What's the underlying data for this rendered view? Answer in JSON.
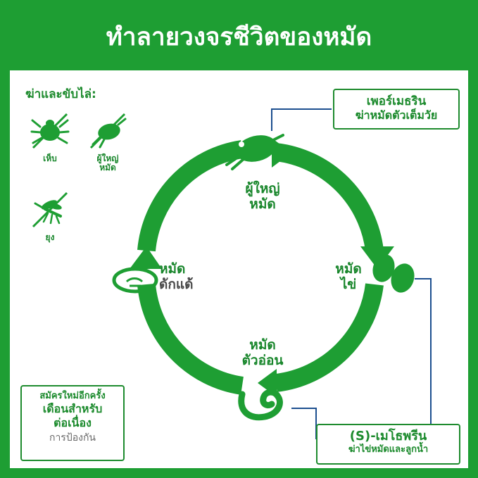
{
  "header": {
    "title": "ทำลายวงจรชีวิตของหมัด"
  },
  "kill_section": {
    "heading": "ฆ่าและขับไล่:",
    "pests": [
      {
        "name": "tick",
        "label": "เห็บ",
        "icon": "tick-crossed-icon"
      },
      {
        "name": "adult-flea",
        "label": "ผู้ใหญ่\nหมัด",
        "label_line1": "ผู้ใหญ่",
        "label_line2": "หมัด",
        "icon": "flea-crossed-icon"
      },
      {
        "name": "mosquito",
        "label": "ยุง",
        "icon": "mosquito-crossed-icon"
      }
    ]
  },
  "callouts": {
    "top_right": {
      "line1": "เพอร์เมธริน",
      "line2": "ฆ่าหมัดตัวเต็มวัย"
    },
    "bottom_right": {
      "line1": "(S)-เมโธพรีน",
      "line2": "ฆ่าไข่หมัดและลูกน้ำ"
    },
    "bottom_left": {
      "line1": "สมัครใหม่อีกครั้ง",
      "line2": "เดือนสำหรับ",
      "line3": "ต่อเนื่อง",
      "line4": "การป้องกัน"
    }
  },
  "cycle": {
    "stages": [
      {
        "name": "adult",
        "line1": "ผู้ใหญ่",
        "line2": "หมัด"
      },
      {
        "name": "egg",
        "line1": "หมัด",
        "line2": "ไข่"
      },
      {
        "name": "larva",
        "line1": "หมัด",
        "line2": "ตัวอ่อน"
      },
      {
        "name": "pupa",
        "line1": "หมัด",
        "line2": "ดักแด้"
      }
    ]
  },
  "colors": {
    "brand_green": "#1e9e33",
    "text_green": "#18862b",
    "callout_border": "#1e8b2e",
    "connector_blue": "#1c4f8f",
    "white": "#ffffff",
    "grey_text": "#6b6b6b"
  }
}
